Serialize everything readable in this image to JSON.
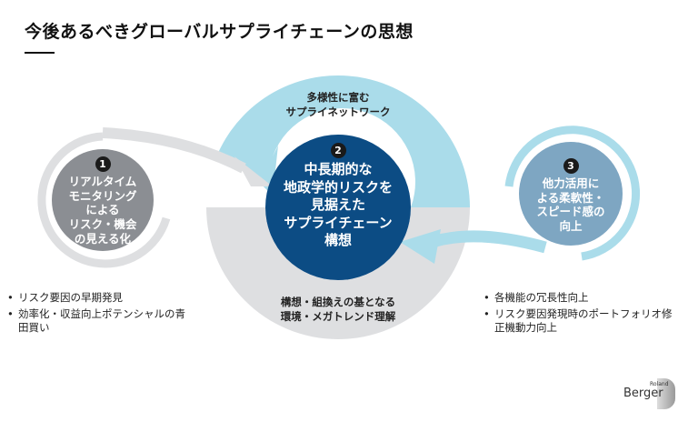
{
  "title": "今後あるべきグローバルサプライチェーンの思想",
  "circles": [
    {
      "number": "1",
      "lines": [
        "リアルタイム",
        "モニタリング",
        "による",
        "リスク・機会",
        "の見える化"
      ]
    },
    {
      "number": "2",
      "lines": [
        "中長期的な",
        "地政学的リスクを",
        "見据えた",
        "サプライチェーン",
        "構想"
      ]
    },
    {
      "number": "3",
      "lines": [
        "他力活用に",
        "よる柔軟性・",
        "スピード感の",
        "向上"
      ]
    }
  ],
  "arc_labels": {
    "top": [
      "多様性に富む",
      "サプライネットワーク"
    ],
    "bottom": [
      "構想・組換えの基となる",
      "環境・メガトレンド理解"
    ]
  },
  "bullets_left": [
    "リスク要因の早期発見",
    "効率化・収益向上ポテンシャルの青田買い"
  ],
  "bullets_right": [
    "各機能の冗長性向上",
    "リスク要因発現時のポートフォリオ修正機動力向上"
  ],
  "logo": {
    "line1": "Roland",
    "line2": "Berger"
  },
  "colors": {
    "circle1": "#8b8e93",
    "circle2": "#0c4c84",
    "circle3": "#7ea6c2",
    "light_blue": "#aadcea",
    "light_gray": "#dedfe1"
  }
}
